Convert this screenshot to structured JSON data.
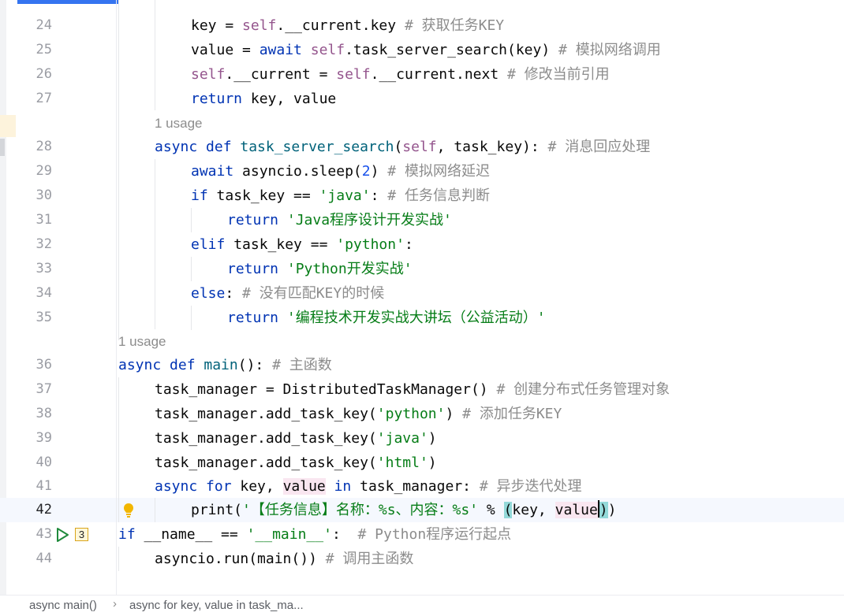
{
  "editor": {
    "lines": [
      {
        "n": "24",
        "id": 24
      },
      {
        "n": "25",
        "id": 25
      },
      {
        "n": "26",
        "id": 26
      },
      {
        "n": "27",
        "id": 27
      },
      {
        "n": "28",
        "id": 28
      },
      {
        "n": "29",
        "id": 29
      },
      {
        "n": "30",
        "id": 30
      },
      {
        "n": "31",
        "id": 31
      },
      {
        "n": "32",
        "id": 32
      },
      {
        "n": "33",
        "id": 33
      },
      {
        "n": "34",
        "id": 34
      },
      {
        "n": "35",
        "id": 35
      },
      {
        "n": "36",
        "id": 36
      },
      {
        "n": "37",
        "id": 37
      },
      {
        "n": "38",
        "id": 38
      },
      {
        "n": "39",
        "id": 39
      },
      {
        "n": "40",
        "id": 40
      },
      {
        "n": "41",
        "id": 41
      },
      {
        "n": "42",
        "id": 42
      },
      {
        "n": "43",
        "id": 43
      },
      {
        "n": "44",
        "id": 44
      }
    ],
    "usage_hint_1": "1 usage",
    "usage_hint_2": "1 usage",
    "override_count": "3",
    "code": {
      "l24": {
        "a": "key = ",
        "self": "self",
        "b": ".__current.key ",
        "c": "# 获取任务KEY"
      },
      "l25": {
        "a": "value = ",
        "await": "await",
        "sp": " ",
        "self": "self",
        "b": ".task_server_search(key) ",
        "c": "# 模拟网络调用"
      },
      "l26": {
        "self1": "self",
        "a": ".__current = ",
        "self2": "self",
        "b": ".__current.next ",
        "c": "# 修改当前引用"
      },
      "l27": {
        "ret": "return",
        "a": " key, value"
      },
      "l28": {
        "async": "async",
        "def": " def ",
        "fn": "task_server_search",
        "a": "(",
        "self": "self",
        "b": ", task_key): ",
        "c": "# 消息回应处理"
      },
      "l29": {
        "await": "await",
        "a": " asyncio.sleep(",
        "num": "2",
        "b": ") ",
        "c": "# 模拟网络延迟"
      },
      "l30": {
        "if": "if",
        "a": " task_key == ",
        "str": "'java'",
        "b": ": ",
        "c": "# 任务信息判断"
      },
      "l31": {
        "ret": "return",
        "sp": " ",
        "str": "'Java程序设计开发实战'"
      },
      "l32": {
        "elif": "elif",
        "a": " task_key == ",
        "str": "'python'",
        "b": ":"
      },
      "l33": {
        "ret": "return",
        "sp": " ",
        "str": "'Python开发实战'"
      },
      "l34": {
        "else": "else",
        "a": ": ",
        "c": "# 没有匹配KEY的时候"
      },
      "l35": {
        "ret": "return",
        "sp": " ",
        "str": "'编程技术开发实战大讲坛（公益活动）'"
      },
      "l36": {
        "async": "async",
        "def": " def ",
        "fn": "main",
        "a": "(): ",
        "c": "# 主函数"
      },
      "l37": {
        "a": "task_manager = DistributedTaskManager() ",
        "c": "# 创建分布式任务管理对象"
      },
      "l38": {
        "a": "task_manager.add_task_key(",
        "str": "'python'",
        "b": ") ",
        "c": "# 添加任务KEY"
      },
      "l39": {
        "a": "task_manager.add_task_key(",
        "str": "'java'",
        "b": ")"
      },
      "l40": {
        "a": "task_manager.add_task_key(",
        "str": "'html'",
        "b": ")"
      },
      "l41": {
        "async": "async",
        "for": " for ",
        "a": "key, ",
        "v": "value",
        "in": " in ",
        "b": "task_manager: ",
        "c": "# 异步迭代处理"
      },
      "l42": {
        "a": "print(",
        "str": "'【任务信息】名称：%s、内容：%s'",
        "b": " % ",
        "p1": "(",
        "c": "key, ",
        "v": "value",
        "p2": ")",
        "d": ")"
      },
      "l43": {
        "if": "if",
        "a": " __name__ == ",
        "str": "'__main__'",
        "b": ":  ",
        "c": "# Python程序运行起点"
      },
      "l44": {
        "a": "asyncio.run(main()) ",
        "c": "# 调用主函数"
      }
    }
  },
  "breadcrumb": {
    "item1": "async main()",
    "sep": "›",
    "item2": "async for key, value in task_ma..."
  },
  "colors": {
    "keyword": "#0033b3",
    "self": "#94558d",
    "string": "#067d17",
    "number": "#1750eb",
    "comment": "#8c8c8c",
    "function": "#00627a"
  }
}
